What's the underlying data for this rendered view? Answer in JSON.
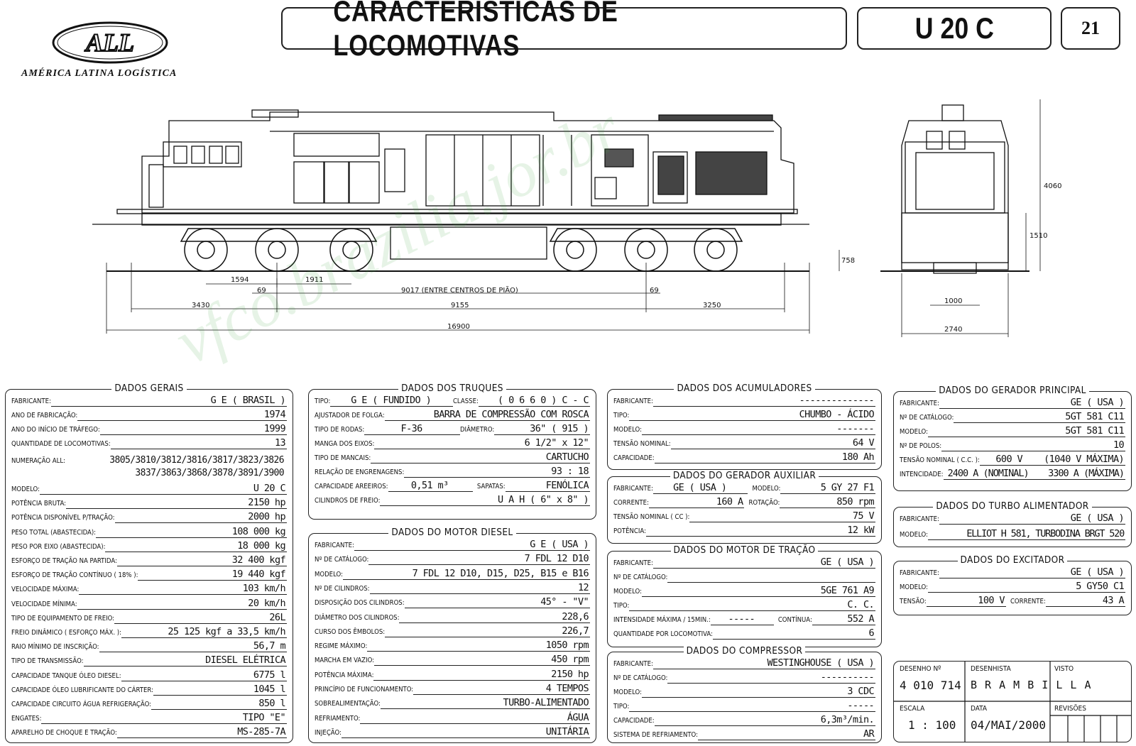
{
  "header": {
    "logo_mark": "ALL",
    "logo_text": "AMÉRICA LATINA LOGÍSTICA",
    "title": "CARACTERÍSTICAS DE LOCOMOTIVAS",
    "model": "U 20 C",
    "sheet_number": "21"
  },
  "drawing": {
    "dims": {
      "d1594": "1594",
      "d1911": "1911",
      "d69a": "69",
      "d9017": "9017 (ENTRE CENTROS DE PIÃO)",
      "d69b": "69",
      "d3430": "3430",
      "d9155": "9155",
      "d3250": "3250",
      "d16900": "16900",
      "d758": "758",
      "d4060": "4060",
      "d1510": "1510",
      "d1000": "1000",
      "d2740": "2740"
    }
  },
  "watermark": "vfco.brazilia.jor.br",
  "gerais": {
    "title": "DADOS GERAIS",
    "rows": [
      {
        "label": "FABRICANTE:",
        "value": "G E ( BRASIL )"
      },
      {
        "label": "ANO DE FABRICAÇÃO:",
        "value": "1974"
      },
      {
        "label": "ANO DO INÍCIO DE TRÁFEGO:",
        "value": "1999"
      },
      {
        "label": "QUANTIDADE DE LOCOMOTIVAS:",
        "value": "13"
      }
    ],
    "numeracao_label": "NUMERAÇÃO ALL:",
    "numeracao_line1": "3805/3810/3812/3816/3817/3823/3826",
    "numeracao_line2": "3837/3863/3868/3878/3891/3900",
    "rows2": [
      {
        "label": "MODELO:",
        "value": "U 20 C"
      },
      {
        "label": "POTÊNCIA BRUTA:",
        "value": "2150 hp"
      },
      {
        "label": "POTÊNCIA DISPONÍVEL P/TRAÇÃO:",
        "value": "2000 hp"
      },
      {
        "label": "PESO TOTAL (ABASTECIDA):",
        "value": "108 000 kg"
      },
      {
        "label": "PESO POR EIXO (ABASTECIDA):",
        "value": "18 000 kg"
      },
      {
        "label": "ESFORÇO DE TRAÇÃO NA PARTIDA:",
        "value": "32 400 kgf"
      },
      {
        "label": "ESFORÇO DE TRAÇÃO CONTÍNUO ( 18% ):",
        "value": "19 440 kgf"
      },
      {
        "label": "VELOCIDADE MÁXIMA:",
        "value": "103 km/h"
      },
      {
        "label": "VELOCIDADE MÍNIMA:",
        "value": "20 km/h"
      },
      {
        "label": "TIPO DE EQUIPAMENTO DE FREIO:",
        "value": "26L"
      },
      {
        "label": "FREIO DINÂMICO ( ESFORÇO MÁX. ):",
        "value": "25 125 kgf a 33,5 km/h"
      },
      {
        "label": "RAIO MÍNIMO DE INSCRIÇÃO:",
        "value": "56,7 m"
      },
      {
        "label": "TIPO DE TRANSMISSÃO:",
        "value": "DIESEL ELÉTRICA"
      },
      {
        "label": "CAPACIDADE TANQUE ÓLEO DIESEL:",
        "value": "6775 l"
      },
      {
        "label": "CAPACIDADE ÓLEO LUBRIFICANTE DO CÁRTER:",
        "value": "1045 l"
      },
      {
        "label": "CAPACIDADE CIRCUITO ÁGUA REFRIGERAÇÃO:",
        "value": "850 l"
      },
      {
        "label": "ENGATES:",
        "value": "TIPO \"E\""
      },
      {
        "label": "APARELHO DE CHOQUE E TRAÇÃO:",
        "value": "MS-285-7A"
      }
    ]
  },
  "truques": {
    "title": "DADOS DOS TRUQUES",
    "tipo_label": "TIPO:",
    "tipo_value": "G E ( FUNDIDO )",
    "classe_label": "CLASSE:",
    "classe_value": "( 0 6 6 0 ) C - C",
    "ajustador_label": "AJUSTADOR DE FOLGA:",
    "ajustador_value": "BARRA DE COMPRESSÃO COM ROSCA",
    "rodas_label": "TIPO DE RODAS:",
    "rodas_value": "F-36",
    "diametro_label": "DIÂMETRO:",
    "diametro_value": "36\" ( 915 )",
    "manga_label": "MANGA DOS EIXOS:",
    "manga_value": "6 1/2\" x 12\"",
    "mancais_label": "TIPO DE MANCAIS:",
    "mancais_value": "CARTUCHO",
    "relacao_label": "RELAÇÃO DE ENGRENAGENS:",
    "relacao_value": "93 : 18",
    "areeiros_label": "CAPACIDADE AREEIROS:",
    "areeiros_value": "0,51 m³",
    "sapatas_label": "SAPATAS:",
    "sapatas_value": "FENÓLICA",
    "cilindros_label": "CILINDROS DE FREIO:",
    "cilindros_value": "U A H ( 6\" x 8\" )"
  },
  "motor": {
    "title": "DADOS DO MOTOR DIESEL",
    "rows": [
      {
        "label": "FABRICANTE:",
        "value": "G E ( USA )"
      },
      {
        "label": "Nº DE CATÁLOGO:",
        "value": "7 FDL 12  D10"
      },
      {
        "label": "MODELO:",
        "value": "7 FDL 12  D10, D15, D25, B15 e B16"
      },
      {
        "label": "Nº DE CILINDROS:",
        "value": "12"
      },
      {
        "label": "DISPOSIÇÃO DOS CILINDROS:",
        "value": "45° - \"V\""
      },
      {
        "label": "DIÂMETRO DOS CILINDROS:",
        "value": "228,6"
      },
      {
        "label": "CURSO DOS ÊMBOLOS:",
        "value": "226,7"
      },
      {
        "label": "REGIME MÁXIMO:",
        "value": "1050 rpm"
      },
      {
        "label": "MARCHA EM VAZIO:",
        "value": "450 rpm"
      },
      {
        "label": "POTÊNCIA MÁXIMA:",
        "value": "2150 hp"
      },
      {
        "label": "PRINCÍPIO DE FUNCIONAMENTO:",
        "value": "4 TEMPOS"
      },
      {
        "label": "SOBREALIMENTAÇÃO:",
        "value": "TURBO-ALIMENTADO"
      },
      {
        "label": "REFRIAMENTO:",
        "value": "ÁGUA"
      },
      {
        "label": "INJEÇÃO:",
        "value": "UNITÁRIA"
      }
    ]
  },
  "acumuladores": {
    "title": "DADOS DOS ACUMULADORES",
    "rows": [
      {
        "label": "FABRICANTE:",
        "value": "--------------"
      },
      {
        "label": "TIPO:",
        "value": "CHUMBO - ÁCIDO"
      },
      {
        "label": "MODELO:",
        "value": "-------"
      },
      {
        "label": "TENSÃO NOMINAL:",
        "value": "64 V"
      },
      {
        "label": "CAPACIDADE:",
        "value": "180 Ah"
      }
    ]
  },
  "gerador_aux": {
    "title": "DADOS DO GERADOR AUXILIAR",
    "fab_label": "FABRICANTE:",
    "fab_value": "GE ( USA )",
    "modelo_label": "MODELO:",
    "modelo_value": "5 GY 27 F1",
    "corrente_label": "CORRENTE:",
    "corrente_value": "160 A",
    "rotacao_label": "ROTAÇÃO:",
    "rotacao_value": "850 rpm",
    "tensao_label": "TENSÃO NOMINAL ( CC ):",
    "tensao_value": "75 V",
    "potencia_label": "POTÊNCIA:",
    "potencia_value": "12 kW"
  },
  "motor_tracao": {
    "title": "DADOS DO MOTOR DE TRAÇÃO",
    "fab_label": "FABRICANTE:",
    "fab_value": "GE ( USA )",
    "cat_label": "Nº DE CATÁLOGO:",
    "cat_value": "",
    "modelo_label": "MODELO:",
    "modelo_value": "5GE 761 A9",
    "tipo_label": "TIPO:",
    "tipo_value": "C. C.",
    "int_label": "INTENSIDADE MÁXIMA / 15min.:",
    "int_value": "-----",
    "cont_label": "CONTÍNUA:",
    "cont_value": "552 A",
    "qtd_label": "QUANTIDADE POR LOCOMOTIVA:",
    "qtd_value": "6"
  },
  "compressor": {
    "title": "DADOS DO COMPRESSOR",
    "rows": [
      {
        "label": "FABRICANTE:",
        "value": "WESTINGHOUSE ( USA )"
      },
      {
        "label": "Nº DE CATÁLOGO:",
        "value": "----------"
      },
      {
        "label": "MODELO:",
        "value": "3 CDC"
      },
      {
        "label": "TIPO:",
        "value": "-----"
      },
      {
        "label": "CAPACIDADE:",
        "value": "6,3m³/min."
      },
      {
        "label": "SISTEMA DE REFRIAMENTO:",
        "value": "AR"
      }
    ]
  },
  "gerador_principal": {
    "title": "DADOS DO GERADOR PRINCIPAL",
    "fab_label": "FABRICANTE:",
    "fab_value": "GE ( USA )",
    "cat_label": "Nº DE CATÁLOGO:",
    "cat_value": "5GT 581 C11",
    "modelo_label": "MODELO:",
    "modelo_value": "5GT 581 C11",
    "polos_label": "Nº DE POLOS:",
    "polos_value": "10",
    "tensao_label": "TENSÃO NOMINAL ( C.C. ):",
    "tensao_value": "600 V",
    "tensao_max": "(1040 V MÁXIMA)",
    "int_label": "INTENCIDADE:",
    "int_value": "2400 A (NOMINAL)",
    "int_max": "3300 A (MÁXIMA)"
  },
  "turbo": {
    "title": "DADOS DO TURBO ALIMENTADOR",
    "fab_label": "FABRICANTE:",
    "fab_value": "GE ( USA )",
    "modelo_label": "MODELO:",
    "modelo_value": "ELLIOT H 581, TURBODINA BRGT 520"
  },
  "excitador": {
    "title": "DADOS DO EXCITADOR",
    "fab_label": "FABRICANTE:",
    "fab_value": "GE ( USA )",
    "modelo_label": "MODELO:",
    "modelo_value": "5 GY50 C1",
    "tensao_label": "TENSÃO:",
    "tensao_value": "100 V",
    "corrente_label": "CORRENTE:",
    "corrente_value": "43 A"
  },
  "title_block": {
    "desenho_label": "DESENHO Nº",
    "desenho_value": "4 010 714",
    "desenhista_label": "DESENHISTA",
    "desenhista_value": "B R A M B I L L A",
    "visto_label": "VISTO",
    "escala_label": "ESCALA",
    "escala_value": "1 : 100",
    "data_label": "DATA",
    "data_value": "04/MAI/2000",
    "revisoes_label": "REVISÕES"
  }
}
